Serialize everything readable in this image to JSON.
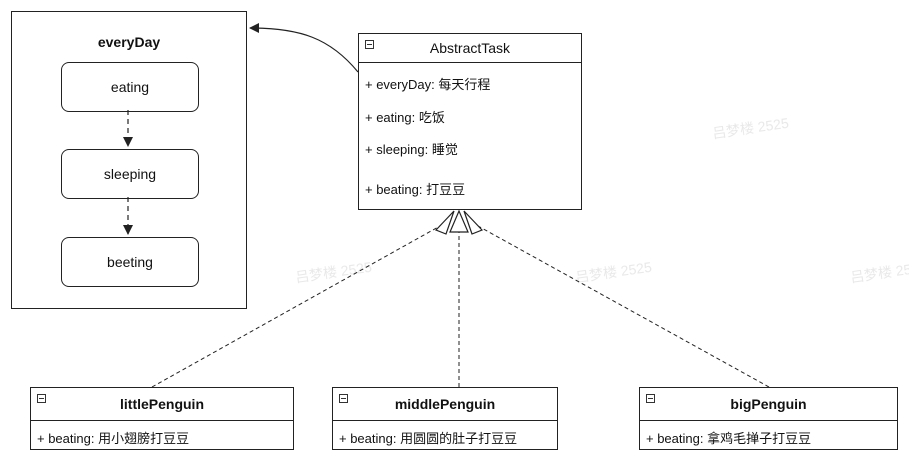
{
  "everyday_frame": {
    "title": "everyDay",
    "states": [
      "eating",
      "sleeping",
      "beeting"
    ]
  },
  "abstract_task": {
    "name": "AbstractTask",
    "fields": [
      "+ everyDay: 每天行程",
      "+ eating: 吃饭",
      "+ sleeping: 睡觉",
      "+ beating: 打豆豆"
    ]
  },
  "penguins": [
    {
      "name": "littlePenguin",
      "field": "+ beating: 用小翅膀打豆豆"
    },
    {
      "name": "middlePenguin",
      "field": "+ beating: 用圆圆的肚子打豆豆"
    },
    {
      "name": "bigPenguin",
      "field": "+ beating: 拿鸡毛掸子打豆豆"
    }
  ],
  "watermark": "吕梦楼 2525"
}
